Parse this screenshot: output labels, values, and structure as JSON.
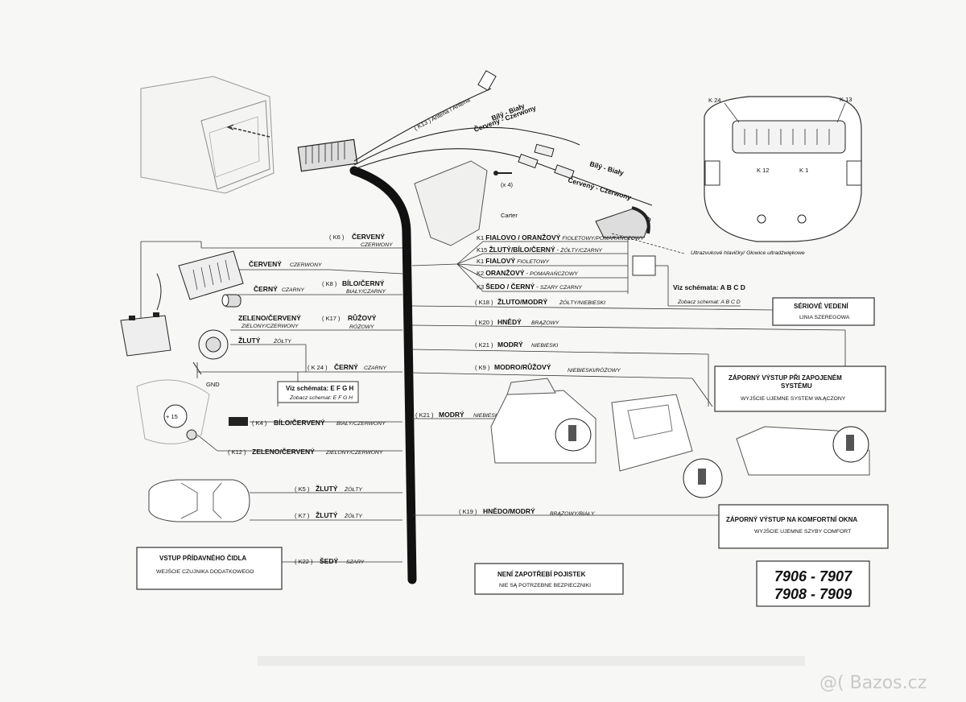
{
  "connector": {
    "antenna_code": "( K13 ) Anténa / Antena",
    "white": "Bílý - Biały",
    "red": "Červený - Czerwony",
    "white2": "Bílý - Biały",
    "red2": "Červený - Czerwony",
    "screw_count": "(x 4)",
    "carter": "Carter"
  },
  "sensor": {
    "caption": "Ultrazvukové hlavičky/ Głowice ultradźwiękowe",
    "k24": "K 24",
    "k13": "K 13",
    "k12": "K 12",
    "k1": "K 1"
  },
  "k_wires": [
    {
      "code": "K1",
      "cs": "FIALOVO / ORANŽOVÝ",
      "pl": "FIOLETOWY/POMARAŃCZOWY"
    },
    {
      "code": "K15",
      "cs": "ŽLUTÝ/BÍLO/ČERNÝ",
      "pl": "ŻÓŁTY/CZARNY"
    },
    {
      "code": "K1",
      "cs": "FIALOVÝ",
      "pl": "FIOLETOWY"
    },
    {
      "code": "K2",
      "cs": "ORANŽOVÝ",
      "pl": "POMARAŃCZOWY"
    },
    {
      "code": "K3",
      "cs": "ŠEDO / ČERNÝ",
      "pl": "SZARY CZARNY"
    }
  ],
  "schema_abcd": {
    "cs": "Viz schémata: A B C D",
    "pl": "Zobacz schemat: A B C D"
  },
  "left_wires": {
    "k6": {
      "code": "( K6 )",
      "cs": "ČERVENÝ",
      "pl": "CZERWONY"
    },
    "red_label": {
      "cs": "ČERVENÝ",
      "pl": "CZERWONY"
    },
    "black_label": {
      "cs": "ČERNÝ",
      "pl": "CZARNY"
    },
    "k8": {
      "code": "( K8 )",
      "cs": "BÍLO/ČERNÝ",
      "pl": "BIAŁY/CZARNY"
    },
    "green_red": {
      "cs": "ZELENO/ČERVENÝ",
      "pl": "ZIELONY/CZERWONY"
    },
    "k17": {
      "code": "( K17 )",
      "cs": "RŮŽOVÝ",
      "pl": "RÓŻOWY"
    },
    "yellow": {
      "cs": "ŽLUTÝ",
      "pl": "ŻÓŁTY"
    },
    "k24": {
      "code": "( K 24 )",
      "cs": "ČERNÝ",
      "pl": "CZARNY"
    },
    "gnd": "GND",
    "schema_efgh": {
      "cs": "Viz schémata: E F G H",
      "pl": "Zobacz schemat: E F G H"
    },
    "plus15": "+ 15",
    "k4": {
      "code": "( K4 )",
      "cs": "BÍLO/ČERVENÝ",
      "pl": "BIAŁY/CZERWONY"
    },
    "k12": {
      "code": "( K12 )",
      "cs": "ZELENO/ČERVENÝ",
      "pl": "ZIELONY/CZERWONY"
    },
    "k5": {
      "code": "( K5 )",
      "cs": "ŽLUTÝ",
      "pl": "ŻÓŁTY"
    },
    "k7": {
      "code": "( K7 )",
      "cs": "ŽLUTÝ",
      "pl": "ŻÓŁTY"
    },
    "k22": {
      "code": "( K22 )",
      "cs": "ŠEDÝ",
      "pl": "SZARY"
    }
  },
  "right_wires": {
    "k18": {
      "code": "( K18 )",
      "cs": "ŽLUTO/MODRÝ",
      "pl": "ŻÓŁTY/NIEBIESKI"
    },
    "k20": {
      "code": "( K20 )",
      "cs": "HNĚDÝ",
      "pl": "BRĄZOWY"
    },
    "k21a": {
      "code": "( K21 )",
      "cs": "MODRÝ",
      "pl": "NIEBIESKI"
    },
    "k9": {
      "code": "( K9 )",
      "cs": "MODRO/RŮŽOVÝ",
      "pl": "NIEBIESKI/RÓŻOWY"
    },
    "k21b": {
      "code": "( K21 )",
      "cs": "MODRÝ",
      "pl": "NIEBIESKI"
    },
    "k19": {
      "code": "( K19 )",
      "cs": "HNĚDO/MODRÝ",
      "pl": "BRĄZOWY/BIAŁY"
    }
  },
  "boxes": {
    "serial": {
      "title": "SÉRIOVÉ VEDENÍ",
      "sub": "LINIA SZEREGOWA"
    },
    "negative_system": {
      "title1": "ZÁPORNÝ VÝSTUP PŘI ZAPOJENÉM",
      "title2": "SYSTÉMU",
      "sub": "WYJŚCIE UJEMNE SYSTEM WŁĄCZONY"
    },
    "negative_windows": {
      "title": "ZÁPORNÝ VÝSTUP NA KOMFORTNÍ OKNA",
      "sub": "WYJŚCIE UJEMNE SZYBY COMFORT"
    },
    "sensor_input": {
      "title": "VSTUP PŘÍDAVNÉHO ČIDLA",
      "sub": "WEJŚCIE CZUJNIKA DODATKOWEGO"
    },
    "no_fuses": {
      "title": "NENÍ ZAPOTŘEBÍ POJISTEK",
      "sub": "NIE SĄ POTRZEBNE BEZPIECZNIKI"
    }
  },
  "models": {
    "line1": "7906  -  7907",
    "line2": "7908  -  7909"
  },
  "watermark": "@( Bazos.cz"
}
